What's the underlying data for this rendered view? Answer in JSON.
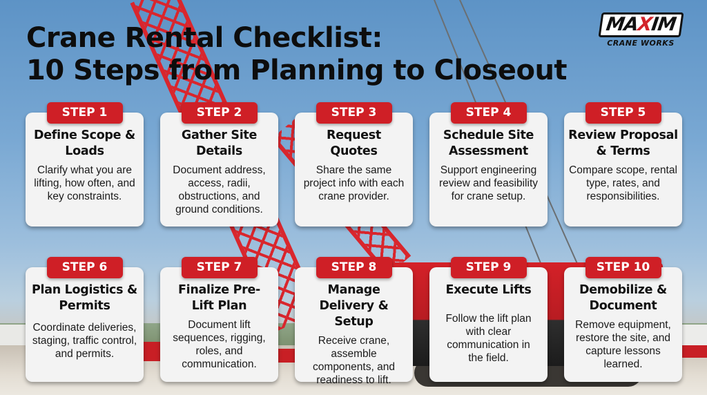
{
  "header": {
    "title_line1": "Crane Rental Checklist:",
    "title_line2": "10 Steps from Planning to Closeout"
  },
  "logo": {
    "word_prefix": "MA",
    "word_x": "X",
    "word_suffix": "IM",
    "subtitle": "CRANE WORKS"
  },
  "colors": {
    "badge_red": "#cf1f26",
    "card_bg": "#f3f3f3",
    "title_text": "#0d0d0d",
    "sky_blue": "#79a8d3"
  },
  "steps": [
    {
      "badge": "STEP 1",
      "title": "Define Scope & Loads",
      "description": "Clarify what you are lifting, how often, and key constraints."
    },
    {
      "badge": "STEP 2",
      "title": "Gather Site Details",
      "description": "Document address, access, radii, obstructions, and ground conditions."
    },
    {
      "badge": "STEP 3",
      "title": "Request Quotes",
      "description": "Share the same project info with each crane provider."
    },
    {
      "badge": "STEP 4",
      "title": "Schedule Site Assessment",
      "description": "Support engineering review and feasibility for crane setup."
    },
    {
      "badge": "STEP 5",
      "title": "Review Proposal & Terms",
      "description": "Compare scope, rental type, rates, and responsibilities."
    },
    {
      "badge": "STEP 6",
      "title": "Plan Logistics & Permits",
      "description": "Coordinate deliveries, staging, traffic control, and permits."
    },
    {
      "badge": "STEP 7",
      "title": "Finalize Pre-Lift Plan",
      "description": "Document lift sequences, rigging, roles, and communication."
    },
    {
      "badge": "STEP 8",
      "title": "Manage Delivery & Setup",
      "description": "Receive crane, assemble components, and readiness to lift."
    },
    {
      "badge": "STEP 9",
      "title": "Execute Lifts",
      "description": "Follow the lift plan with clear communication in the field."
    },
    {
      "badge": "STEP 10",
      "title": "Demobilize & Document",
      "description": "Remove equipment, restore the site, and capture lessons learned."
    }
  ]
}
